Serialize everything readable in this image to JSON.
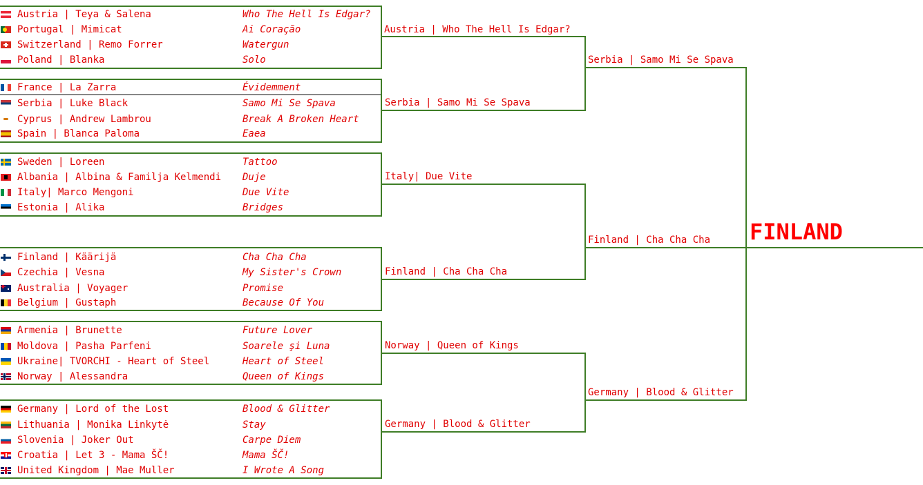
{
  "groups": [
    {
      "entries": [
        {
          "country": "Austria | Teya & Salena",
          "song": "Who The Hell Is Edgar?",
          "flag": "austria-flag"
        },
        {
          "country": "Portugal | Mimicat",
          "song": "Ai Coração",
          "flag": "portugal-flag"
        },
        {
          "country": "Switzerland | Remo Forrer",
          "song": "Watergun",
          "flag": "switzerland-flag"
        },
        {
          "country": "Poland | Blanka",
          "song": "Solo",
          "flag": "poland-flag"
        }
      ],
      "winner": "Austria | Who The Hell Is Edgar?"
    },
    {
      "entries": [
        {
          "country": "France | La Zarra",
          "song": "Évidemment",
          "flag": "france-flag"
        },
        {
          "country": "Serbia | Luke Black",
          "song": "Samo Mi Se Spava",
          "flag": "serbia-flag"
        },
        {
          "country": "Cyprus | Andrew Lambrou",
          "song": "Break A Broken Heart",
          "flag": "cyprus-flag"
        },
        {
          "country": "Spain | Blanca Paloma",
          "song": "Eaea",
          "flag": "spain-flag"
        }
      ],
      "winner": "Serbia | Samo Mi Se Spava"
    },
    {
      "entries": [
        {
          "country": "Sweden | Loreen",
          "song": "Tattoo",
          "flag": "sweden-flag"
        },
        {
          "country": "Albania | Albina & Familja Kelmendi",
          "song": "Duje",
          "flag": "albania-flag"
        },
        {
          "country": "Italy| Marco Mengoni",
          "song": "Due Vite",
          "flag": "italy-flag"
        },
        {
          "country": "Estonia | Alika",
          "song": "Bridges",
          "flag": "estonia-flag"
        }
      ],
      "winner": "Italy| Due Vite"
    },
    {
      "entries": [
        {
          "country": "Finland | Käärijä",
          "song": "Cha Cha Cha",
          "flag": "finland-flag"
        },
        {
          "country": "Czechia | Vesna",
          "song": "My Sister's Crown",
          "flag": "czechia-flag"
        },
        {
          "country": "Australia | Voyager",
          "song": "Promise",
          "flag": "australia-flag"
        },
        {
          "country": "Belgium | Gustaph",
          "song": "Because Of You",
          "flag": "belgium-flag"
        }
      ],
      "winner": "Finland | Cha Cha Cha"
    },
    {
      "entries": [
        {
          "country": "Armenia | Brunette",
          "song": "Future Lover",
          "flag": "armenia-flag"
        },
        {
          "country": "Moldova | Pasha Parfeni",
          "song": "Soarele şi Luna",
          "flag": "moldova-flag"
        },
        {
          "country": "Ukraine| TVORCHI - Heart of Steel",
          "song": "Heart of Steel",
          "flag": "ukraine-flag"
        },
        {
          "country": "Norway | Alessandra",
          "song": "Queen of Kings",
          "flag": "norway-flag"
        }
      ],
      "winner": "Norway | Queen of Kings"
    },
    {
      "entries": [
        {
          "country": "Germany | Lord of the Lost",
          "song": "Blood & Glitter",
          "flag": "germany-flag"
        },
        {
          "country": "Lithuania | Monika Linkytė",
          "song": "Stay",
          "flag": "lithuania-flag"
        },
        {
          "country": "Slovenia | Joker Out",
          "song": "Carpe Diem",
          "flag": "slovenia-flag"
        },
        {
          "country": "Croatia | Let 3 - Mama ŠČ!",
          "song": "Mama ŠČ!",
          "flag": "croatia-flag"
        },
        {
          "country": "United Kingdom | Mae Muller",
          "song": "I Wrote A Song",
          "flag": "uk-flag"
        }
      ],
      "winner": "Germany | Blood & Glitter"
    }
  ],
  "round2": [
    "Serbia | Samo Mi Se Spava",
    "Finland | Cha Cha Cha",
    "Germany | Blood & Glitter"
  ],
  "champion": "FINLAND",
  "colors": {
    "text": "#e00000",
    "line": "#3e7d26",
    "champion": "#ff0000"
  }
}
